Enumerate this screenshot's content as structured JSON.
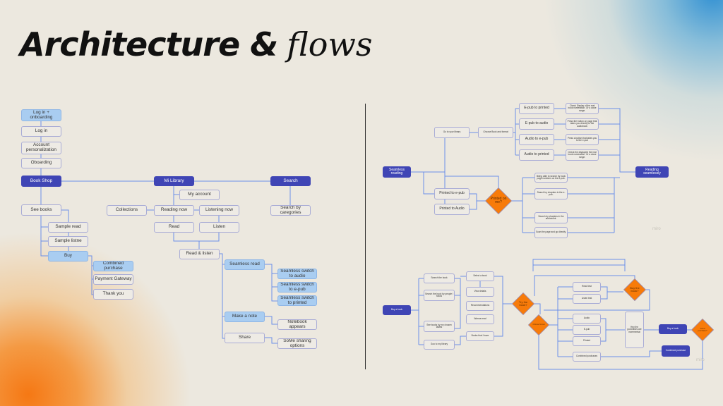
{
  "title": {
    "part1": "Architecture &",
    "part2": "flows"
  },
  "watermark": "miro",
  "colors": {
    "dark_node": "#3f45b5",
    "light_node": "#a9cdf1",
    "connector": "#6b8fe8",
    "decision": "#f77b0a"
  },
  "left_diagram": {
    "login_onboarding": "Log in + onboarding",
    "login": "Log in",
    "account_personalization": "Account personalization",
    "onboarding": "Oboarding",
    "book_shop": "Book Shop",
    "mi_library": "Mi Library",
    "search": "Search",
    "see_books": "See books",
    "my_account": "My account",
    "collections": "Collections",
    "reading_now": "Reading now",
    "listening_now": "Listening now",
    "search_by_categories": "Search by caregories",
    "read": "Read",
    "listen": "Listen",
    "sample_read": "Sample read",
    "sample_listen": "Sample listne",
    "buy": "Buy",
    "read_and_listen": "Read & listen",
    "combined_purchase": "Combined purchase",
    "payment_gateway": "Payment Gateway",
    "thank_you": "Thank you",
    "seamless_read": "Seamless read",
    "switch_audio": "Seamless switch to audio",
    "switch_epub": "Seamless switch to e-pub",
    "switch_printed": "Seamless switch to printed",
    "make_note": "Make a note",
    "notebook_appears": "Notebook appears",
    "share": "Share",
    "some_sharing": "SoMe sharing options"
  },
  "right_top": {
    "seamless_reading": "Seamless reading",
    "go_to_library": "Go to your library",
    "choose_book_format": "Choose Book and format",
    "epub_to_printed": "E-pub to printed",
    "epub_to_audio": "E-pub to audio",
    "audio_to_epub": "Audio to e-pub",
    "audio_to_printed": "Audio to printed",
    "note_epub_printed": "Check Display of the real book numeration. Or a close range.",
    "note_epub_audio": "Press the button on page that takes you directly to the audiobook",
    "note_audio_epub": "Press a button that takes you to the e-pub",
    "note_audio_printed": "Check the displayed the real book numeration. Or a close range.",
    "reading_seamlessly": "Reading seamlessly",
    "printed_to_epub": "Printed to e-pub",
    "printed_to_audio": "Printed to Audio",
    "printed_on_me": "Printed on me?",
    "search_page_numbers": "Being able to search by book page numbers on the e-pub.",
    "search_chapters_epub": "Search by chapters in the e-pub.",
    "search_chapters_audio": "Search by chapters in the audiobook.",
    "scan_page": "Scan the page and go directly."
  },
  "right_bottom": {
    "buy_a_book": "Buy a book",
    "search_the_book": "Search the book",
    "search_by_people": "Search the book by people I follow",
    "see_by_tastes": "See books by my chosen tastes",
    "go_to_library": "Goo to my library",
    "select_book": "Select a book",
    "view_details": "View details",
    "recommendations": "Recommendations",
    "wanna_read": "Wanna read",
    "books_i_have": "Books that I have",
    "try_book": "Try the book?",
    "choose_format": "Choose format",
    "read_test": "Read test",
    "listen_test": "Listen test",
    "buy_the_book": "Buy the book?",
    "audio": "Audio",
    "epub": "E-pub",
    "printed": "Printed",
    "combined_purchases": "Combined purchases",
    "incremental": "Hey the purchases are incremental",
    "buy_a_book_final": "Buy a book",
    "combined_purchase_final": "Combined purchase",
    "good_purchase": "Good purchase?"
  }
}
